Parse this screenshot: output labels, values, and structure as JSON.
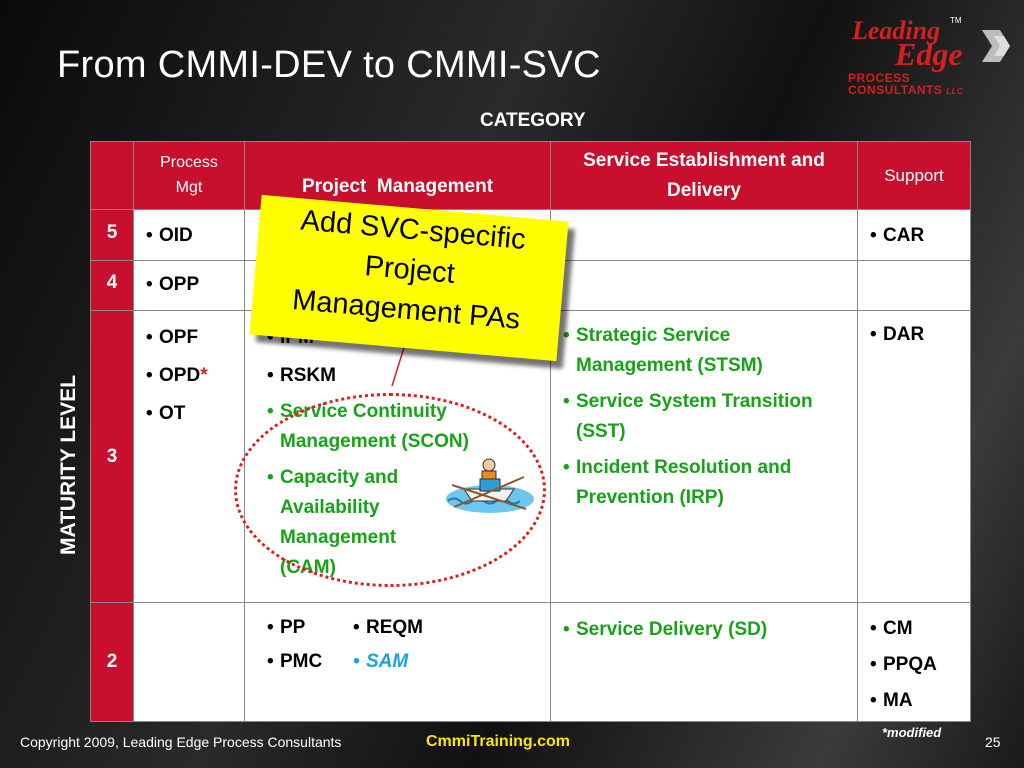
{
  "slide": {
    "title": "From CMMI-DEV to CMMI-SVC",
    "category_label": "CATEGORY",
    "maturity_label": "MATURITY LEVEL"
  },
  "logo": {
    "line1": "Leading",
    "line2": "Edge",
    "line3": "PROCESS",
    "line4": "CONSULTANTS",
    "suffix": "LLC",
    "tm": "TM"
  },
  "table": {
    "headers": [
      "Process Mgt",
      "Project  Management",
      "Service Establishment and Delivery",
      "Support"
    ],
    "rows": [
      {
        "level": "5",
        "process_mgt": [
          {
            "text": "OID"
          }
        ],
        "project_mgmt": [],
        "service": [],
        "support": [
          {
            "text": "CAR"
          }
        ]
      },
      {
        "level": "4",
        "process_mgt": [
          {
            "text": "OPP"
          }
        ],
        "project_mgmt": [],
        "service": [],
        "support": []
      },
      {
        "level": "3",
        "process_mgt": [
          {
            "text": "OPF"
          },
          {
            "text": "OPD",
            "suffix": "*"
          },
          {
            "text": "OT"
          }
        ],
        "project_mgmt": [
          {
            "text": "IPM",
            "color": "black"
          },
          {
            "text": "RSKM",
            "color": "black"
          },
          {
            "text": "Service Continuity Management (SCON)",
            "color": "green"
          },
          {
            "text": "Capacity and Availability Management (CAM)",
            "color": "green"
          }
        ],
        "service": [
          {
            "text": "Strategic Service Management (STSM)"
          },
          {
            "text": "Service System Transition (SST)"
          },
          {
            "text": "Incident Resolution and Prevention (IRP)"
          }
        ],
        "support": [
          {
            "text": "DAR"
          }
        ]
      },
      {
        "level": "2",
        "process_mgt": [],
        "project_mgmt_col1": [
          {
            "text": "PP"
          },
          {
            "text": "PMC"
          }
        ],
        "project_mgmt_col2": [
          {
            "text": "REQM"
          },
          {
            "text": "SAM"
          }
        ],
        "service": [
          {
            "text": "Service Delivery (SD)"
          }
        ],
        "support": [
          {
            "text": "CM"
          },
          {
            "text": "PPQA"
          },
          {
            "text": "MA"
          }
        ]
      }
    ]
  },
  "callout": {
    "line1": "Add SVC-specific",
    "line2": "Project",
    "line3": "Management PAs"
  },
  "footer": {
    "copyright": "Copyright 2009, Leading Edge Process Consultants",
    "site": "CmmiTraining.com",
    "modified_note": "*modified",
    "page": "25"
  },
  "colors": {
    "header_red": "#c8102e",
    "green_text": "#17a317",
    "sam_blue": "#1aa3e0",
    "callout_yellow": "#ffff00",
    "site_yellow": "#ffe600"
  }
}
